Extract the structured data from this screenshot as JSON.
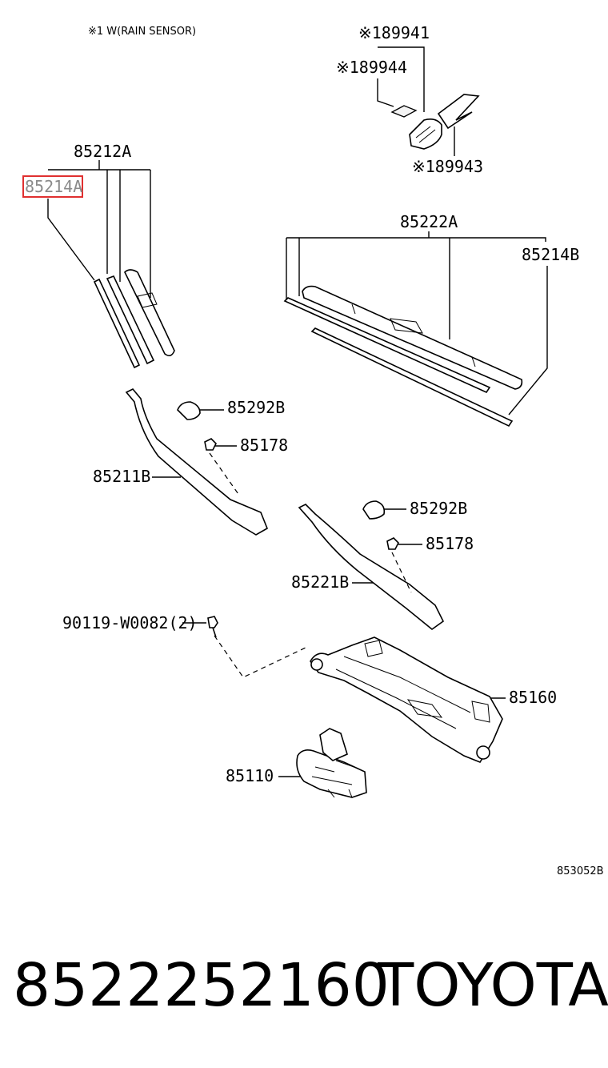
{
  "note": "※1 W(RAIN SENSOR)",
  "callouts": {
    "p89941": "※189941",
    "p89944": "※189944",
    "p89943": "※189943",
    "p85212A": "85212A",
    "p85214A": "85214A",
    "p85222A": "85222A",
    "p85214B": "85214B",
    "p85292B_1": "85292B",
    "p85178_1": "85178",
    "p85211B": "85211B",
    "p85292B_2": "85292B",
    "p85178_2": "85178",
    "p85221B": "85221B",
    "p90119": "90119-W0082(2)",
    "p85160": "85160",
    "p85110": "85110"
  },
  "highlight_color": "#e03030",
  "diagram_ref": "853052B",
  "footer": {
    "part_number": "8522252160",
    "brand": "TOYOTA"
  }
}
